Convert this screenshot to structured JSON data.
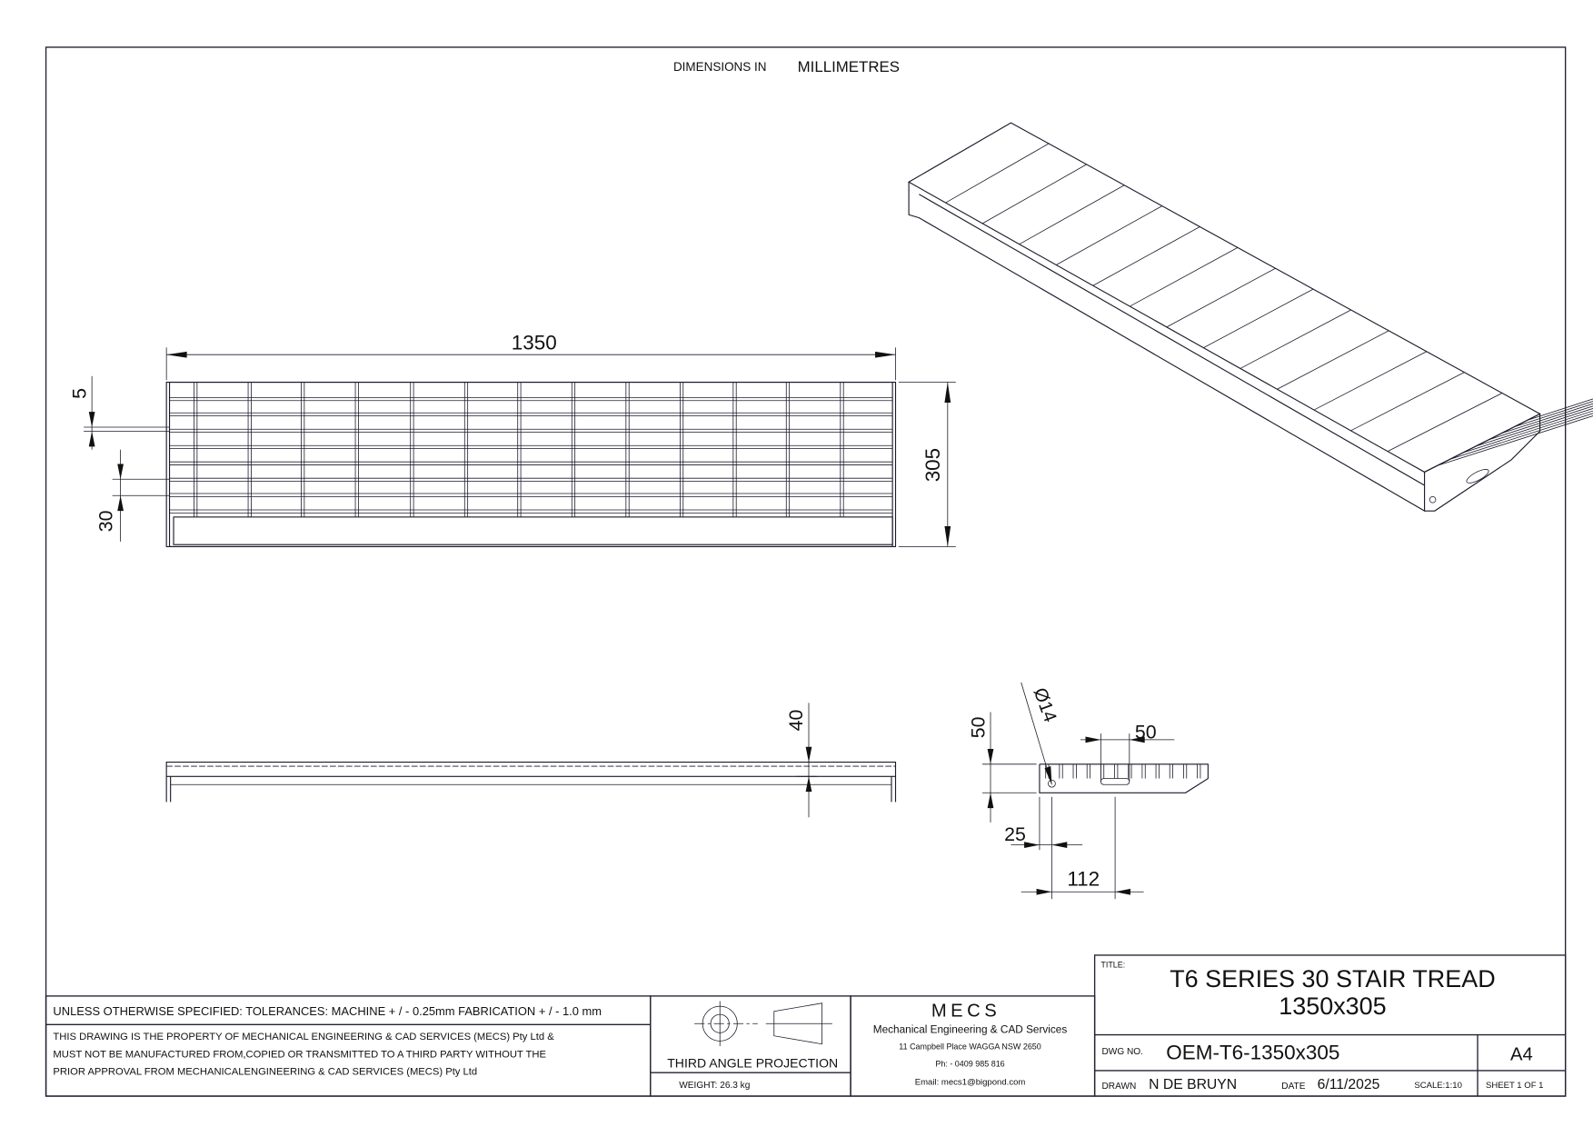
{
  "header": {
    "dims_label": "DIMENSIONS IN",
    "units": "MILLIMETRES"
  },
  "dimensions": {
    "plan_length": "1350",
    "plan_width": "305",
    "bar_thickness": "5",
    "bar_pitch": "30",
    "side_height": "40",
    "end_height": "50",
    "hole_dia": "Ø14",
    "slot_length": "50",
    "hole_offset": "25",
    "slot_offset": "112"
  },
  "notes": {
    "tolerances": "UNLESS OTHERWISE SPECIFIED: TOLERANCES: MACHINE + / - 0.25mm  FABRICATION + / - 1.0 mm",
    "property_1": "THIS DRAWING IS THE PROPERTY OF MECHANICAL ENGINEERING & CAD SERVICES (MECS) Pty Ltd &",
    "property_2": "MUST NOT BE MANUFACTURED FROM,COPIED OR TRANSMITTED TO A THIRD PARTY WITHOUT THE",
    "property_3": "PRIOR APPROVAL FROM MECHANICALENGINEERING & CAD SERVICES (MECS) Pty Ltd"
  },
  "projection": {
    "label": "THIRD ANGLE PROJECTION",
    "weight": "WEIGHT: 26.3 kg"
  },
  "company": {
    "logo": "MECS",
    "name": "Mechanical Engineering & CAD Services",
    "address": "11 Campbell Place WAGGA NSW 2650",
    "phone": "Ph: - 0409 985 816",
    "email": "Email: mecs1@bigpond.com"
  },
  "title_block": {
    "title_label": "TITLE:",
    "title_line1": "T6 SERIES 30 STAIR TREAD",
    "title_line2": "1350x305",
    "dwg_label": "DWG NO.",
    "dwg_no": "OEM-T6-1350x305",
    "size": "A4",
    "drawn_label": "DRAWN",
    "drawn_by": "N DE BRUYN",
    "date_label": "DATE",
    "date": "6/11/2025",
    "scale": "SCALE:1:10",
    "sheet": "SHEET 1 OF 1"
  }
}
